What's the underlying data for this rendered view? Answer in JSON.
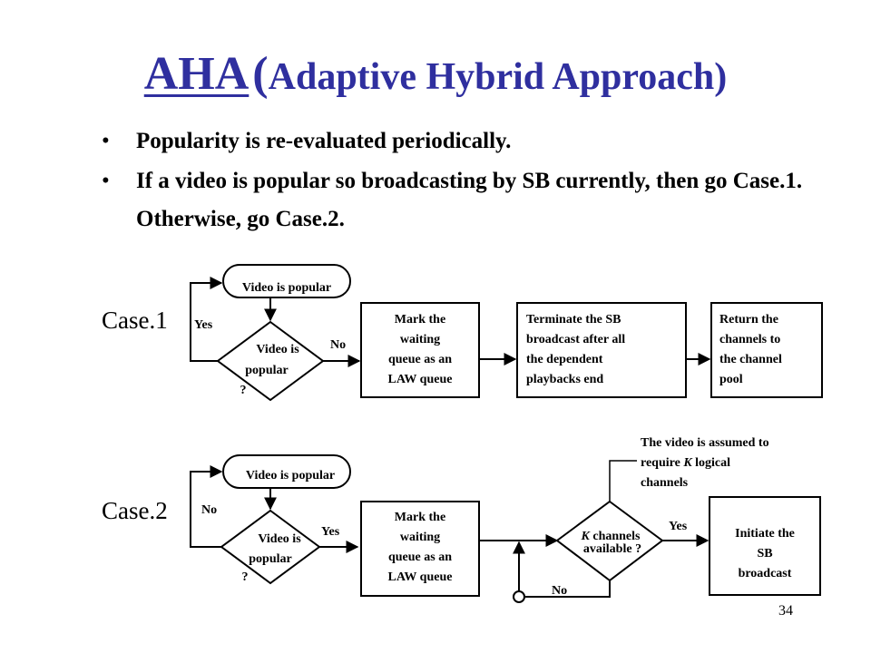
{
  "slide": {
    "title_abbr": "AHA",
    "title_open_paren": "(",
    "title_rest": "Adaptive Hybrid Approach)",
    "bullets": [
      "Popularity is re-evaluated periodically.",
      "If a video is popular so broadcasting by SB currently, then go Case.1.  Otherwise, go Case.2."
    ],
    "bullet_glyph": "•",
    "page_number": "34"
  },
  "case1": {
    "label": "Case.1",
    "start": "Video is popular",
    "decision": [
      "Video is",
      "popular",
      "?"
    ],
    "yes": "Yes",
    "no": "No",
    "box1": [
      "Mark the",
      "waiting",
      "queue as an",
      "LAW queue"
    ],
    "box2": [
      "Terminate the SB",
      "broadcast after all",
      "the dependent",
      "playbacks end"
    ],
    "box3": [
      "Return the",
      "channels to",
      "the channel",
      "pool"
    ]
  },
  "case2": {
    "label": "Case.2",
    "start": "Video is popular",
    "decision": [
      "Video is",
      "popular",
      "?"
    ],
    "no": "No",
    "yes": "Yes",
    "box1": [
      "Mark the",
      "waiting",
      "queue as an",
      "LAW queue"
    ],
    "decision2": {
      "var": "K",
      "line1_rest": " channels",
      "line2": "available ?"
    },
    "yes2": "Yes",
    "no2": "No",
    "note": {
      "line1": "The video is assumed to",
      "line2_pre": "require ",
      "line2_var": "K",
      "line2_post": " logical",
      "line3": "channels"
    },
    "box2": [
      "Initiate the",
      "SB",
      "broadcast"
    ]
  }
}
